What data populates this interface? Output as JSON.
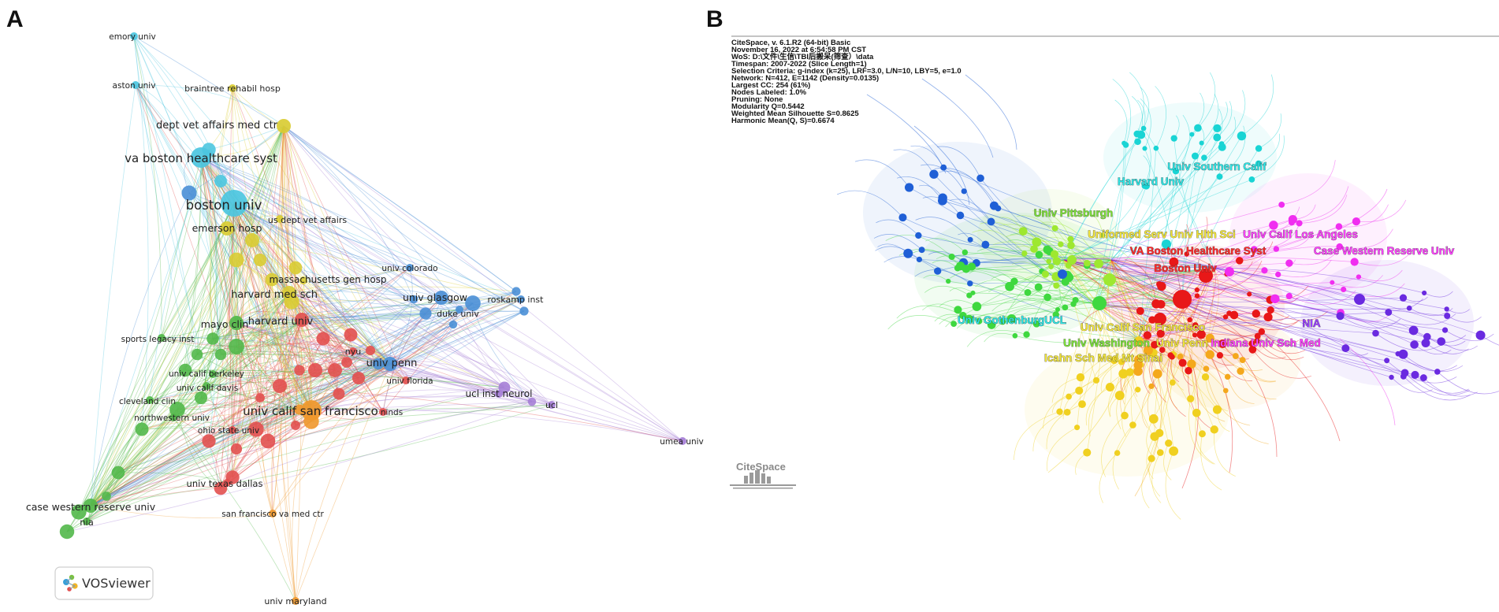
{
  "panel_a": {
    "letter": "A",
    "logo_text": "VOSviewer",
    "colors": {
      "cyan": "#4cc6e0",
      "yellow": "#d9cc33",
      "green": "#52b84a",
      "blue": "#4a8fd6",
      "red": "#e2504f",
      "orange": "#f0982c",
      "purple": "#a57ed6"
    },
    "nodes": [
      {
        "label": "emory univ",
        "cluster": "cyan",
        "w": 1
      },
      {
        "label": "aston univ",
        "cluster": "cyan",
        "w": 1
      },
      {
        "label": "braintree rehabil hosp",
        "cluster": "yellow",
        "w": 1
      },
      {
        "label": "dept vet affairs med ctr",
        "cluster": "yellow",
        "w": 2
      },
      {
        "label": "va boston healthcare syst",
        "cluster": "cyan",
        "w": 3
      },
      {
        "label": "boston univ",
        "cluster": "cyan",
        "w": 4
      },
      {
        "label": "emerson hosp",
        "cluster": "yellow",
        "w": 2
      },
      {
        "label": "us dept vet affairs",
        "cluster": "yellow",
        "w": 1
      },
      {
        "label": "univ colorado",
        "cluster": "blue",
        "w": 1
      },
      {
        "label": "massachusetts gen hosp",
        "cluster": "yellow",
        "w": 1
      },
      {
        "label": "harvard med sch",
        "cluster": "yellow",
        "w": 2
      },
      {
        "label": "univ glasgow",
        "cluster": "blue",
        "w": 2
      },
      {
        "label": "roskamp inst",
        "cluster": "blue",
        "w": 1
      },
      {
        "label": "duke univ",
        "cluster": "blue",
        "w": 1
      },
      {
        "label": "mayo clin",
        "cluster": "green",
        "w": 2
      },
      {
        "label": "harvard univ",
        "cluster": "red",
        "w": 2
      },
      {
        "label": "sports legacy inst",
        "cluster": "green",
        "w": 1
      },
      {
        "label": "nyu",
        "cluster": "red",
        "w": 1
      },
      {
        "label": "univ penn",
        "cluster": "blue",
        "w": 2
      },
      {
        "label": "univ calif berkeley",
        "cluster": "green",
        "w": 1
      },
      {
        "label": "univ florida",
        "cluster": "red",
        "w": 1
      },
      {
        "label": "univ calif davis",
        "cluster": "green",
        "w": 1
      },
      {
        "label": "ucl inst neurol",
        "cluster": "purple",
        "w": 1
      },
      {
        "label": "ucl",
        "cluster": "purple",
        "w": 1
      },
      {
        "label": "cleveland clin",
        "cluster": "green",
        "w": 1
      },
      {
        "label": "univ calif san francisco",
        "cluster": "orange",
        "w": 3
      },
      {
        "label": "ninds",
        "cluster": "red",
        "w": 1
      },
      {
        "label": "northwestern univ",
        "cluster": "green",
        "w": 1
      },
      {
        "label": "ohio state univ",
        "cluster": "red",
        "w": 1
      },
      {
        "label": "umea univ",
        "cluster": "purple",
        "w": 1
      },
      {
        "label": "univ texas dallas",
        "cluster": "red",
        "w": 1
      },
      {
        "label": "case western reserve univ",
        "cluster": "green",
        "w": 2
      },
      {
        "label": "san francisco va med ctr",
        "cluster": "orange",
        "w": 1
      },
      {
        "label": "nia",
        "cluster": "green",
        "w": 1
      },
      {
        "label": "univ maryland",
        "cluster": "orange",
        "w": 1
      }
    ]
  },
  "panel_b": {
    "letter": "B",
    "info_lines": [
      "CiteSpace, v. 6.1.R2 (64-bit) Basic",
      "November 16, 2022 at 6:54:58 PM CST",
      "WoS: D:\\文件\\生信\\TBI后搬呆(筛查）\\data",
      "Timespan: 2007-2022 (Slice Length=1)",
      "Selection Criteria: g-index (k=25), LRF=3.0, L/N=10, LBY=5, e=1.0",
      "Network: N=412, E=1142 (Density=0.0135)",
      "Largest CC: 254 (61%)",
      "Nodes Labeled: 1.0%",
      "Pruning: None",
      "Modularity Q=0.5442",
      "Weighted Mean Silhouette S=0.8625",
      "Harmonic Mean(Q, S)=0.6674"
    ],
    "logo_text": "CiteSpace",
    "labels": [
      {
        "text": "Univ Southern Calif",
        "color": "#2ee6e6"
      },
      {
        "text": "Harvard Univ",
        "color": "#2ee6e6"
      },
      {
        "text": "Univ Pittsburgh",
        "color": "#7de13a"
      },
      {
        "text": "Uniformed Serv Univ Hlth Sci",
        "color": "#f2e53a"
      },
      {
        "text": "Univ Calif Los Angeles",
        "color": "#ff40ff"
      },
      {
        "text": "VA Boston Healthcare Syst",
        "color": "#ff2a2a"
      },
      {
        "text": "Case Western Reserve Univ",
        "color": "#ff40ff"
      },
      {
        "text": "Boston Univ",
        "color": "#ff2a2a"
      },
      {
        "text": "NIA",
        "color": "#9a40ff"
      },
      {
        "text": "Univ GothenburgUCL",
        "color": "#2ee6e6"
      },
      {
        "text": "Univ Calif San Francisco",
        "color": "#f2e53a"
      },
      {
        "text": "Univ Washington",
        "color": "#7de13a"
      },
      {
        "text": "Univ Penn",
        "color": "#f2e53a"
      },
      {
        "text": "Indiana Univ Sch Med",
        "color": "#ff40ff"
      },
      {
        "text": "Icahn Sch Med Mt Sinai",
        "color": "#f2e53a"
      }
    ],
    "cluster_colors": {
      "blue": "#1f5fd6",
      "cyan": "#19d4d4",
      "green": "#3fd83f",
      "lime": "#9ee82f",
      "yellow": "#f0d020",
      "orange": "#f4a81c",
      "red": "#e81818",
      "magenta": "#f02ef0",
      "violet": "#6a2ae0"
    }
  }
}
